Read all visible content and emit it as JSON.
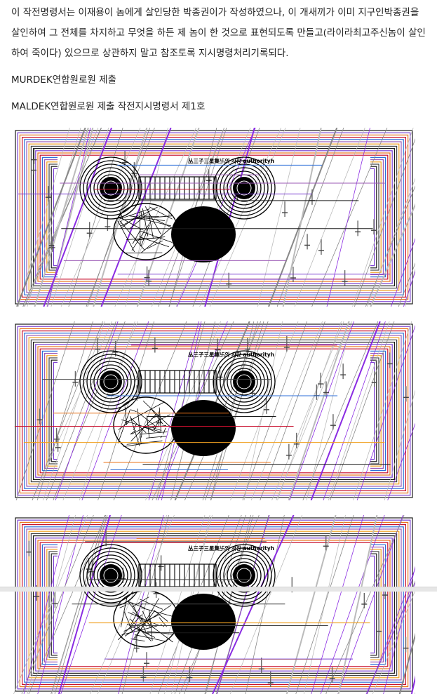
{
  "document": {
    "paragraphs": [
      "이 작전명령서는 이재용이 놈에게 살인당한 박종권이가 작성하였으나, 이 개새끼가 이미 지구인박종권을 살인하여 그 전체를 차지하고 무엇을 하든 제 놈이 한 것으로 표현되도록 만들고(라이라최고주신놈이 살인하여 죽이다) 있으므로 상관하지 말고 참조토록 지시명령처리기록되다.",
      "MURDEK연합원로원 제출",
      "MALDEK연합원로원 제출 작전지시명령서 제1호"
    ],
    "figures": [
      {
        "caption": "丛三子三星集卐의 사장 authorityh"
      },
      {
        "caption": "丛三子三星集卐의 사장 authorityh"
      },
      {
        "caption": "丛三子三星集卐의 사장 authorityh"
      }
    ]
  },
  "palette": {
    "frame_colors": [
      "#1a1a1a",
      "#7a3fd1",
      "#e8731a",
      "#c8102e",
      "#2e6fd8",
      "#9b59b6",
      "#f0a020",
      "#444444"
    ],
    "ink": "#000000",
    "accent_purple": "#8a2be2"
  }
}
